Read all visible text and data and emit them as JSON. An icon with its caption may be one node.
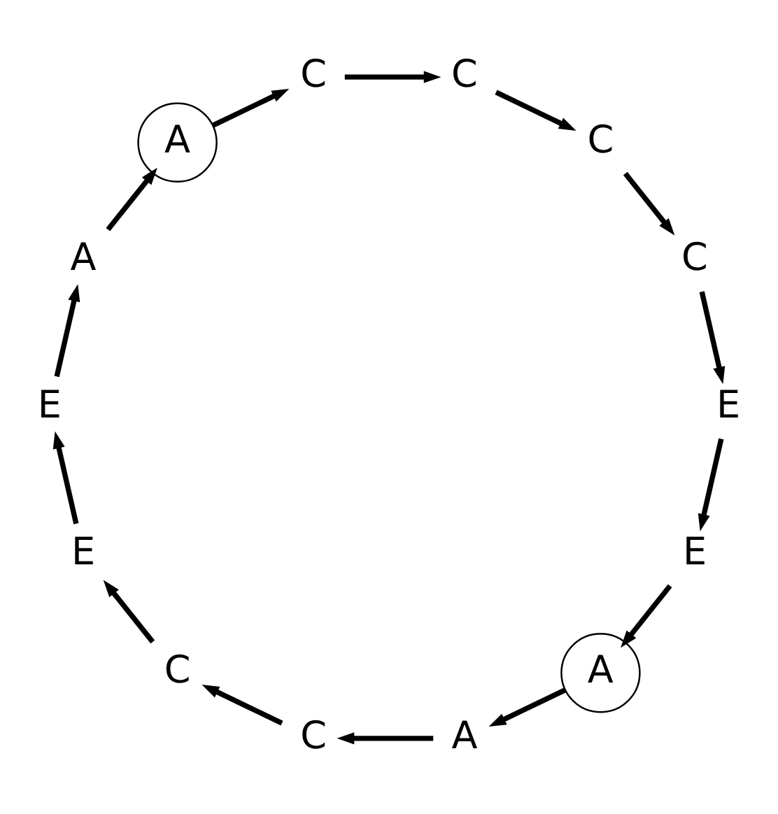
{
  "diagram": {
    "nodes": [
      {
        "text": [
          "E"
        ]
      },
      {
        "text": [
          "A"
        ]
      },
      {
        "text": [
          "A"
        ]
      },
      {
        "text": [
          "C"
        ]
      },
      {
        "text": [
          "C"
        ]
      },
      {
        "text": [
          "E"
        ]
      },
      {
        "text": [
          "E"
        ]
      },
      {
        "text": [
          "A"
        ]
      },
      {
        "text": [
          "A"
        ]
      },
      {
        "text": [
          "C"
        ]
      },
      {
        "text": [
          "C"
        ]
      },
      {
        "text": [
          "C"
        ]
      },
      {
        "text": [
          "C"
        ]
      },
      {
        "text": [
          "E"
        ]
      }
    ],
    "edges": [
      {
        "from": 0,
        "to": 1,
        "arrow": "to"
      },
      {
        "from": 1,
        "to": 2,
        "arrow": "to"
      },
      {
        "from": 2,
        "to": 3,
        "arrow": "to"
      },
      {
        "from": 3,
        "to": 4,
        "arrow": "to"
      },
      {
        "from": 4,
        "to": 5,
        "arrow": "to"
      },
      {
        "from": 5,
        "to": 6,
        "arrow": "to"
      },
      {
        "from": 6,
        "to": 7,
        "arrow": "to"
      },
      {
        "from": 7,
        "to": 8,
        "arrow": "to"
      },
      {
        "from": 8,
        "to": 9,
        "arrow": "to"
      },
      {
        "from": 9,
        "to": 10,
        "arrow": "to"
      },
      {
        "from": 10,
        "to": 11,
        "arrow": "to"
      },
      {
        "from": 11,
        "to": 12,
        "arrow": "to"
      },
      {
        "from": 12,
        "to": 13,
        "arrow": "to"
      },
      {
        "from": 13,
        "to": 0,
        "arrow": "to"
      }
    ]
  }
}
